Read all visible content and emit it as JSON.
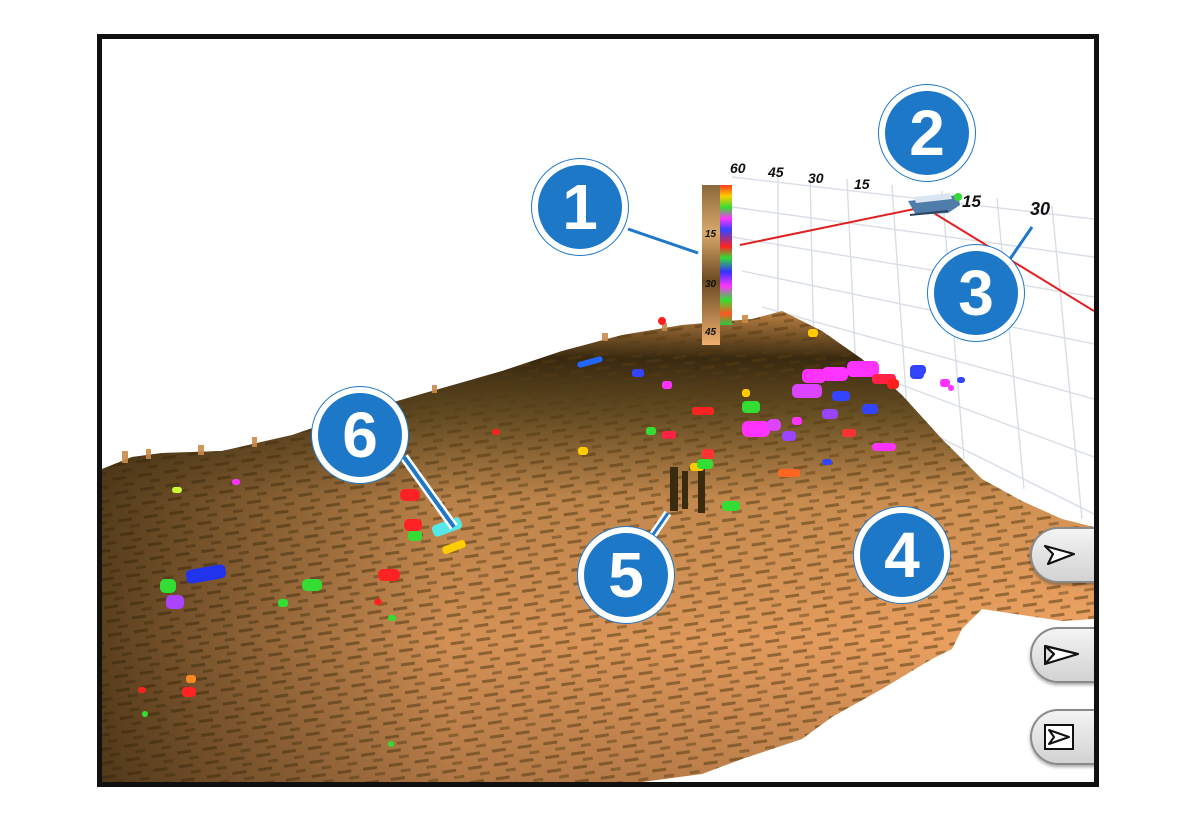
{
  "scale": {
    "range_top_labels": [
      "60",
      "45",
      "30",
      "15"
    ],
    "range_right_labels": [
      "15",
      "30"
    ],
    "depth_labels": [
      "15",
      "30",
      "45"
    ]
  },
  "callouts": [
    "1",
    "2",
    "3",
    "4",
    "5",
    "6"
  ],
  "buttons": [
    {
      "icon": "pointer-top-view-icon"
    },
    {
      "icon": "pointer-angled-view-icon"
    },
    {
      "icon": "pointer-side-view-icon"
    }
  ],
  "colors": {
    "callout_fill": "#1e78c8",
    "grid_red": "#e02020",
    "seabed_light": "#f2a05a",
    "seabed_dark": "#3a2a10"
  }
}
